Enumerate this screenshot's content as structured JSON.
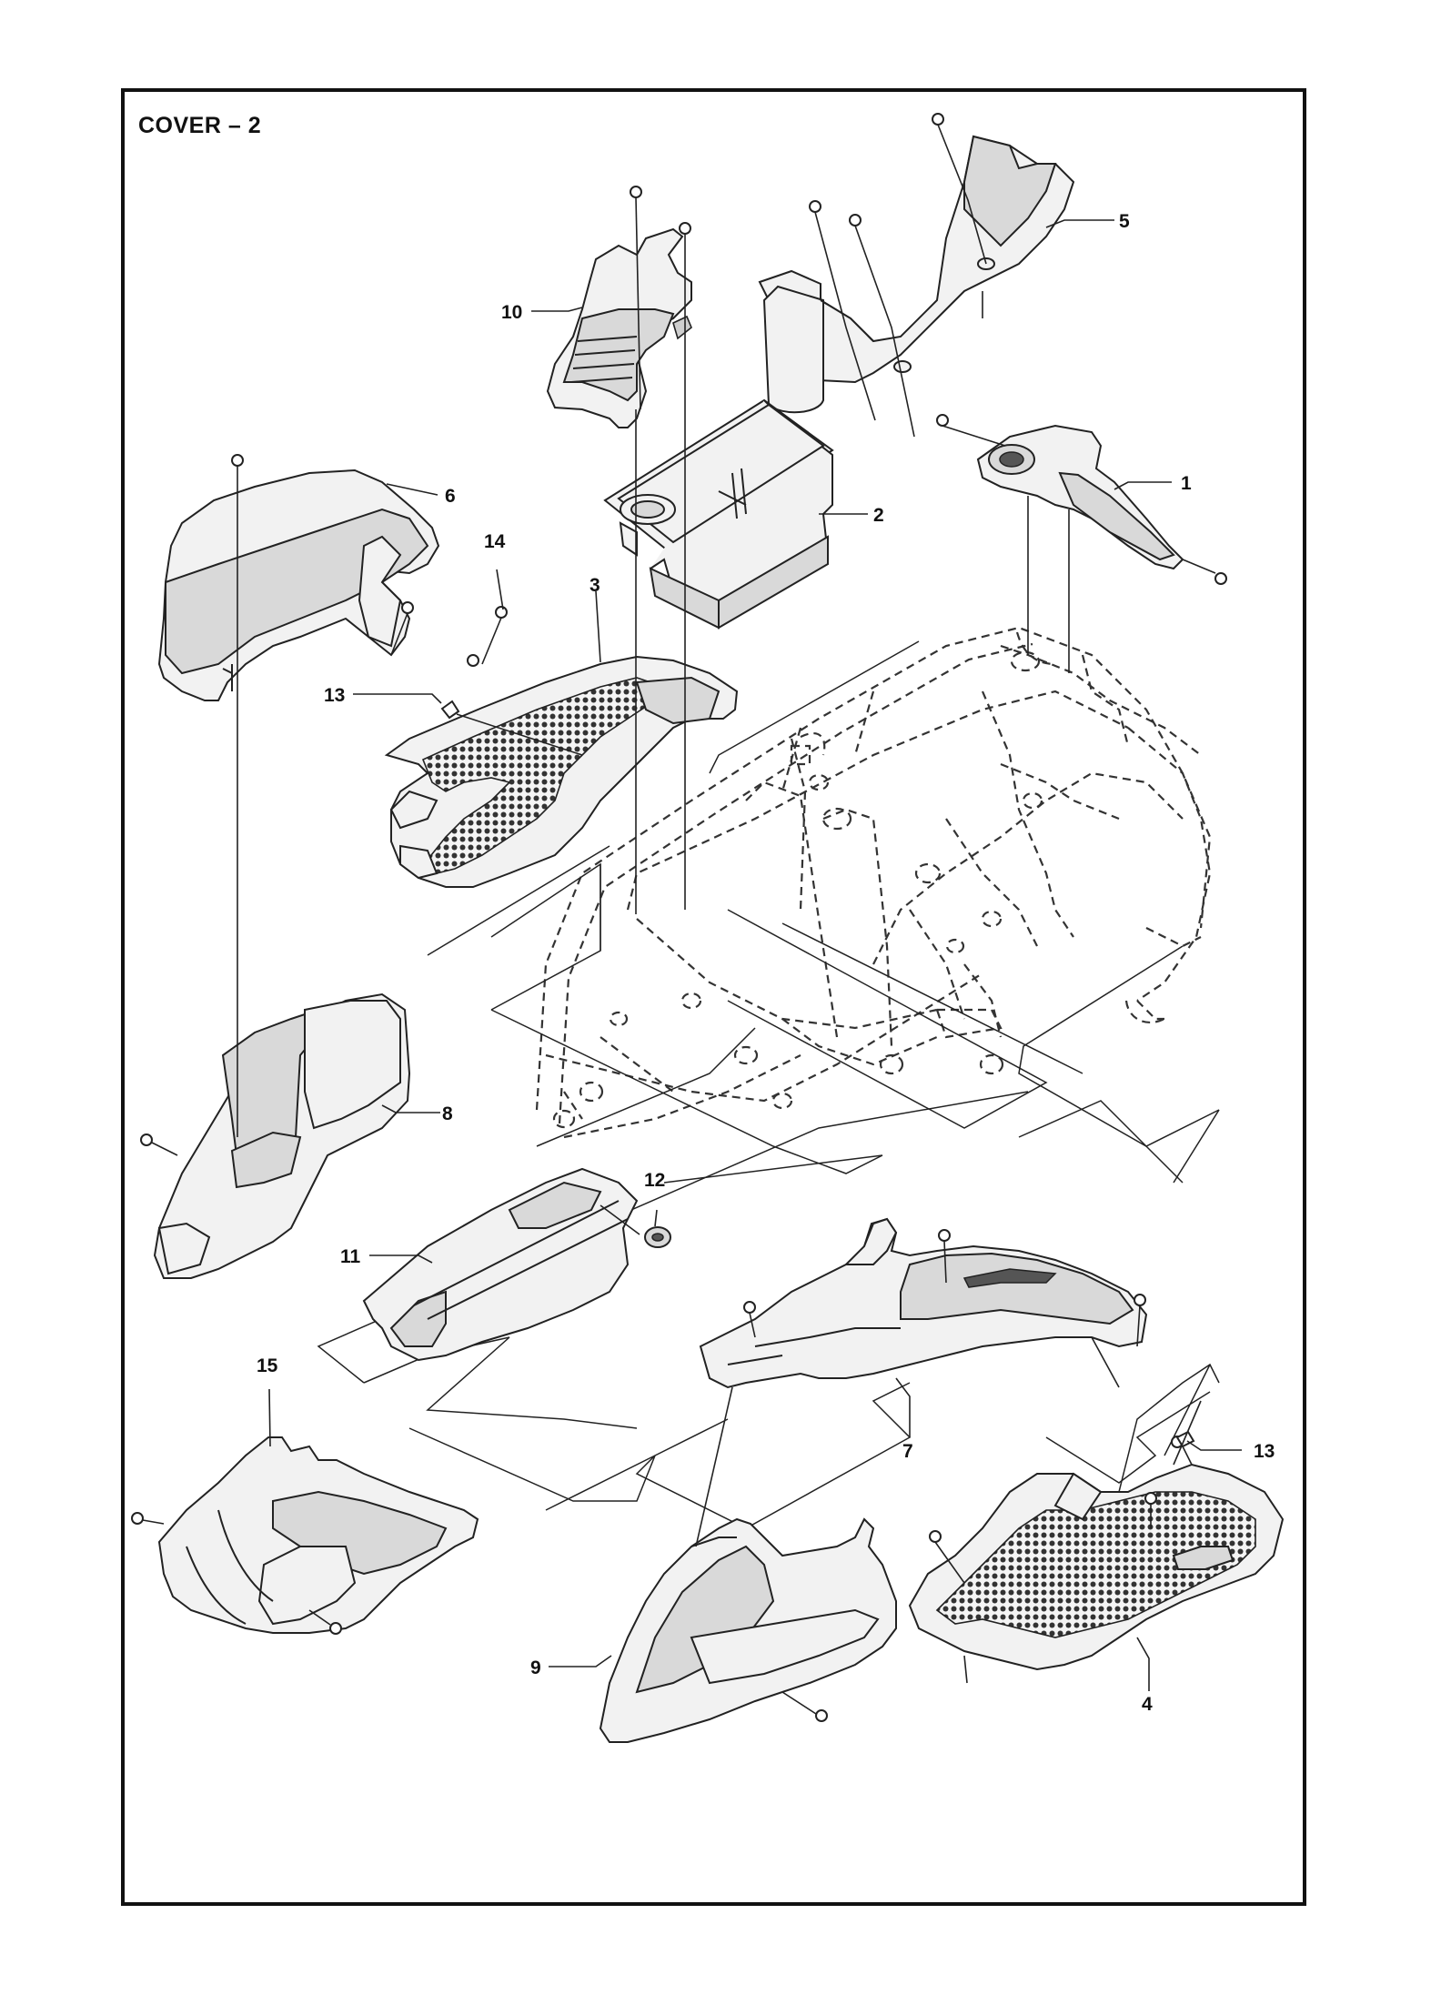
{
  "title": "COVER – 2",
  "callouts": [
    {
      "id": "1",
      "label": "1"
    },
    {
      "id": "2",
      "label": "2"
    },
    {
      "id": "3",
      "label": "3"
    },
    {
      "id": "4",
      "label": "4"
    },
    {
      "id": "5",
      "label": "5"
    },
    {
      "id": "6",
      "label": "6"
    },
    {
      "id": "7",
      "label": "7"
    },
    {
      "id": "8",
      "label": "8"
    },
    {
      "id": "9",
      "label": "9"
    },
    {
      "id": "10",
      "label": "10"
    },
    {
      "id": "11",
      "label": "11"
    },
    {
      "id": "12",
      "label": "12"
    },
    {
      "id": "13a",
      "label": "13"
    },
    {
      "id": "13b",
      "label": "13"
    },
    {
      "id": "14",
      "label": "14"
    },
    {
      "id": "15",
      "label": "15"
    }
  ]
}
